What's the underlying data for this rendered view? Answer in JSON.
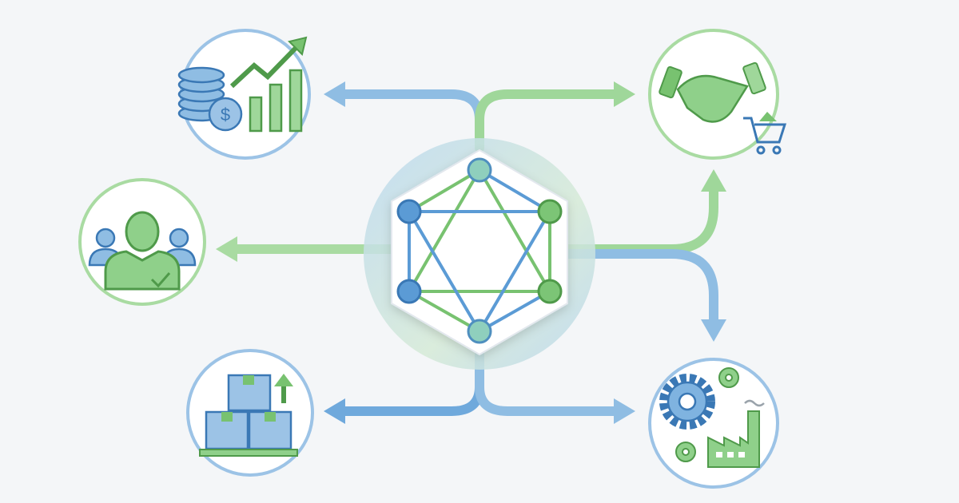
{
  "colors": {
    "blue": "#5b9bd5",
    "blue_light": "#9cc3e6",
    "green": "#78c270",
    "green_light": "#a9dba2",
    "background": "#f4f6f8"
  },
  "hub": {
    "icon": "network-hexagon-icon",
    "node_count": 6
  },
  "spokes": [
    {
      "id": "finance",
      "icon": "finance-growth-icon"
    },
    {
      "id": "partnership",
      "icon": "handshake-cart-icon"
    },
    {
      "id": "customers",
      "icon": "users-check-icon"
    },
    {
      "id": "inventory",
      "icon": "boxes-pallet-icon"
    },
    {
      "id": "manufacturing",
      "icon": "gears-factory-icon"
    }
  ]
}
